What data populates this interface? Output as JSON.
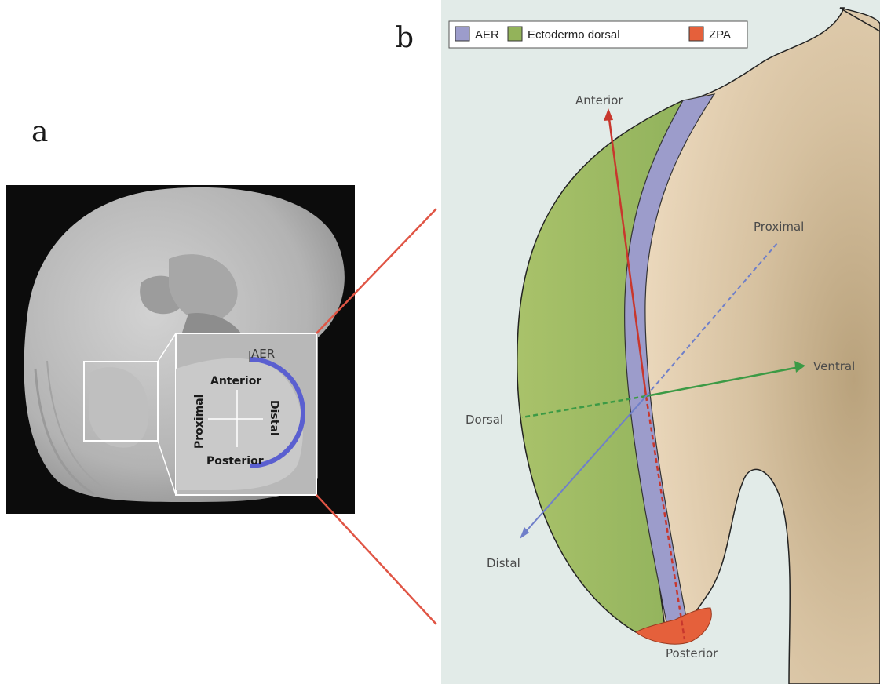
{
  "panels": {
    "a_label": "a",
    "b_label": "b"
  },
  "inset_labels": {
    "aer": "AER",
    "anterior": "Anterior",
    "posterior": "Posterior",
    "proximal": "Proximal",
    "distal": "Distal"
  },
  "legend": {
    "items": [
      {
        "label": "AER",
        "color": "#9c9ccb"
      },
      {
        "label": "Ectodermo dorsal",
        "color": "#93b35a"
      },
      {
        "label": "ZPA",
        "color": "#e5603b"
      }
    ]
  },
  "axes": {
    "anterior": "Anterior",
    "proximal": "Proximal",
    "ventral": "Ventral",
    "dorsal": "Dorsal",
    "distal": "Distal",
    "posterior": "Posterior"
  },
  "colors": {
    "anterior_posterior_axis": "#c8372d",
    "dorsal_ventral_axis": "#3c9a45",
    "proximal_distal_axis": "#6f7fc9",
    "connector_lines": "#e05545",
    "background_b": "#e2ebe8",
    "limb_tissue": "#d8c3a2"
  }
}
